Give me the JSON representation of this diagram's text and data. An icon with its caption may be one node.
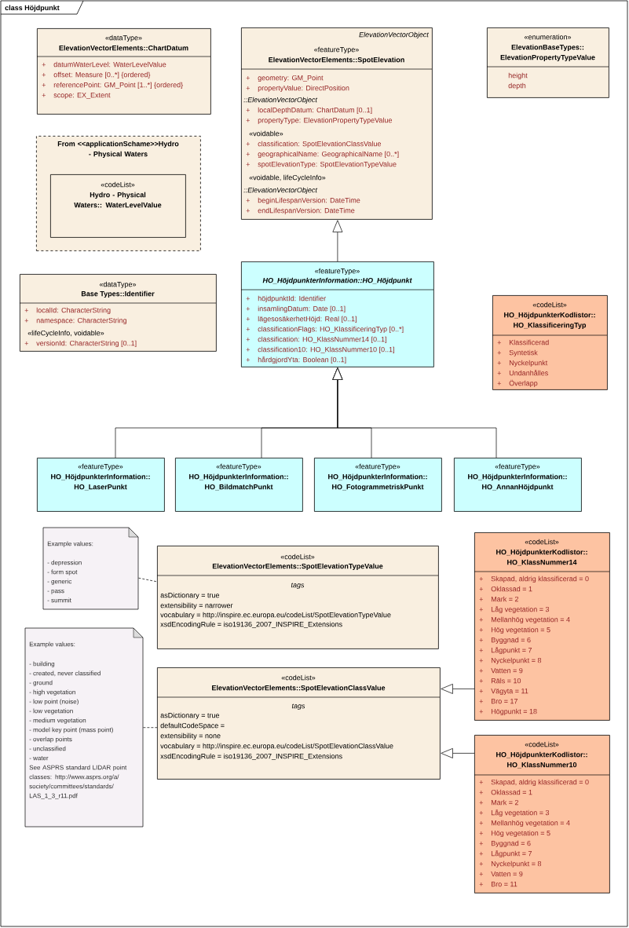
{
  "diagram": {
    "title": "class Höjdpunkt",
    "nodes": [
      {
        "text": [
          "«dataType»",
          "ElevationVectorElements::ChartDatum",
          "+",
          "datumWaterLevel: WaterLevelValue",
          "+",
          "offset: Measure [0..*] {ordered}",
          "+",
          "referencePoint: GM_Point [1..*] {ordered}",
          "+",
          "scope: EX_Extent"
        ]
      },
      {
        "text": [
          "ElevationVectorObject",
          "«featureType»",
          "ElevationVectorElements::SpotElevation",
          "+",
          "geometry: GM_Point",
          "+",
          "propertyValue: DirectPosition",
          "::ElevationVectorObject",
          "+",
          "localDepthDatum: ChartDatum [0..1]",
          "+",
          "propertyType: ElevationPropertyTypeValue",
          "«voidable»",
          "+",
          "classification: SpotElevationClassValue",
          "+",
          "geographicalName: GeographicalName [0..*]",
          "+",
          "spotElevationType: SpotElevationTypeValue",
          "«voidable, lifeCycleInfo»",
          "::ElevationVectorObject",
          "+",
          "beginLifespanVersion: DateTime",
          "+",
          "endLifespanVersion: DateTime"
        ]
      },
      {
        "text": [
          "«enumeration»",
          "ElevationBaseTypes:: ElevationPropertyTypeValue",
          "height",
          "depth"
        ]
      },
      {
        "text": [
          "From <<applicationSchame>>Hydro - Physical Waters"
        ]
      },
      {
        "text": [
          "«codeList»",
          "Hydro - Physical Waters:: WaterLevelValue"
        ],
        "in": 3
      },
      {
        "text": [
          "«dataType»",
          "Base Types::Identifier",
          "+",
          "localId: CharacterString",
          "+",
          "namespace: CharacterString",
          "«lifeCycleInfo, voidable»",
          "+",
          "versionId: CharacterString [0..1]"
        ]
      },
      {
        "text": [
          "«featureType»",
          "HO_HöjdpunkterInformation::HO_Höjdpunkt",
          "+",
          "höjdpunktId: Identifier",
          "+",
          "insamlingDatum: Date [0..1]",
          "+",
          "lägesosäkerhetHöjd: Real [0..1]",
          "+",
          "classificationFlags: HO_KlassificeringTyp [0..*]",
          "+",
          "classification: HO_KlassNummer14 [0..1]",
          "+",
          "classification10: HO_KlassNummer10 [0..1]",
          "+",
          "hårdgjordYta: Boolean [0..1]"
        ]
      },
      {
        "text": [
          "«codeList»",
          "HO_HöjdpunkterKodlistor:: HO_KlassificeringTyp",
          "+",
          "Klassificerad",
          "+",
          "Syntetisk",
          "+",
          "Nyckelpunkt",
          "+",
          "Undanhålles",
          "+",
          "Överlapp"
        ]
      },
      {
        "text": [
          "«featureType»",
          "HO_HöjdpunkterInformation:: HO_LaserPunkt"
        ]
      },
      {
        "text": [
          "«featureType»",
          "HO_HöjdpunkterInformation:: HO_BildmatchPunkt"
        ]
      },
      {
        "text": [
          "«featureType»",
          "HO_HöjdpunkterInformation:: HO_FotogrammetriskPunkt"
        ]
      },
      {
        "text": [
          "«featureType»",
          "HO_HöjdpunkterInformation:: HO_AnnanHöjdpunkt"
        ]
      },
      {
        "text": [
          "Example values:",
          "- depression",
          "- form spot",
          "- generic",
          "- pass",
          "- summit"
        ]
      },
      {
        "text": [
          "«codeList»",
          "ElevationVectorElements::SpotElevationTypeValue",
          "tags",
          "asDictionary = true",
          "extensibility = narrower",
          "vocabulary = http://inspire.ec.europa.eu/codeList/SpotElevationTypeValue",
          "xsdEncodingRule = iso19136_2007_INSPIRE_Extensions"
        ]
      },
      {
        "text": [
          "«codeList»",
          "HO_HöjdpunkterKodlistor:: HO_KlassNummer14",
          "+",
          "Skapad, aldrig klassificerad = 0",
          "+",
          "Oklassad = 1",
          "+",
          "Mark = 2",
          "+",
          "Låg vegetation = 3",
          "+",
          "Mellanhög vegetation = 4",
          "+",
          "Hög vegetation = 5",
          "+",
          "Byggnad = 6",
          "+",
          "Lågpunkt = 7",
          "+",
          "Nyckelpunkt = 8",
          "+",
          "Vatten = 9",
          "+",
          "Räls = 10",
          "+",
          "Vägyta = 11",
          "+",
          "Bro = 17",
          "+",
          "Högpunkt = 18"
        ]
      },
      {
        "text": [
          "Example values:",
          "- building",
          "- created, never classified",
          "- ground",
          "- high vegetation",
          "- low point (noise)",
          "- low vegetation",
          "- medium vegetation",
          "- model key point (mass point)",
          "- overlap points",
          "- unclassified",
          "- water",
          "See  ASPRS standard LIDAR point classes: http://www.asprs.org/a/society/committees/standards/LAS_1_3_r11.pdf"
        ]
      },
      {
        "text": [
          "«codeList»",
          "ElevationVectorElements::SpotElevationClassValue",
          "tags",
          "asDictionary = true",
          "defaultCodeSpace =",
          "extensibility = none",
          "vocabulary = http://inspire.ec.europa.eu/codeList/SpotElevationClassValue",
          "xsdEncodingRule = iso19136_2007_INSPIRE_Extensions"
        ]
      },
      {
        "text": [
          "«codeList»",
          "HO_HöjdpunkterKodlistor:: HO_KlassNummer10",
          "+",
          "Skapad, aldrig klassificerad = 0",
          "+",
          "Oklassad = 1",
          "+",
          "Mark = 2",
          "+",
          "Låg vegetation = 3",
          "+",
          "Mellanhög vegetation = 4",
          "+",
          "Hög vegetation = 5",
          "+",
          "Byggnad = 6",
          "+",
          "Lågpunkt = 7",
          "+",
          "Nyckelpunkt = 8",
          "+",
          "Vatten = 9",
          "+",
          "Bro = 11"
        ]
      }
    ],
    "edges": [
      {
        "from": 6,
        "to": 1,
        "arrow": "to"
      },
      {
        "from": 8,
        "to": 6,
        "arrow": "to"
      },
      {
        "from": 9,
        "to": 6,
        "arrow": "to"
      },
      {
        "from": 10,
        "to": 6,
        "arrow": "to"
      },
      {
        "from": 11,
        "to": 6,
        "arrow": "to"
      },
      {
        "from": 14,
        "to": 16,
        "arrow": "to"
      },
      {
        "from": 17,
        "to": 16,
        "arrow": "to"
      },
      {
        "from": 12,
        "to": 13,
        "arrow": "none",
        "style": "dashed"
      },
      {
        "from": 15,
        "to": 16,
        "arrow": "none",
        "style": "dashed"
      }
    ]
  }
}
